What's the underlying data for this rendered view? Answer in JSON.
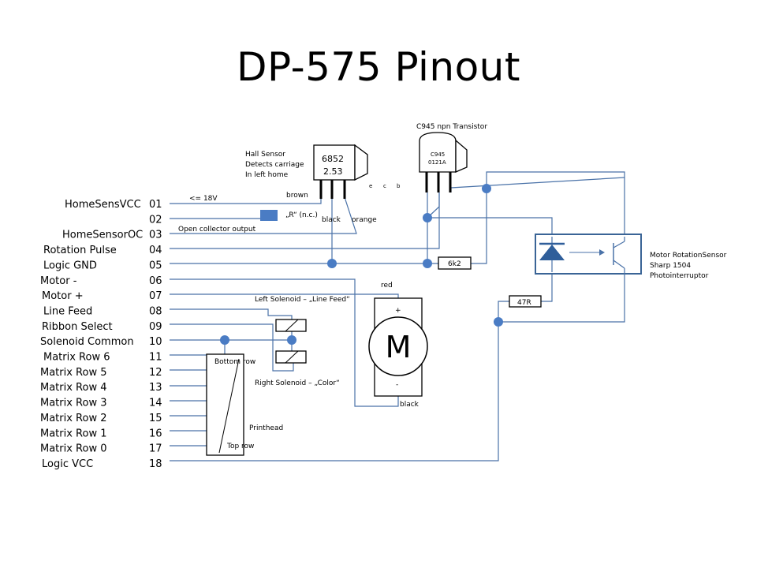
{
  "title": "DP-575 Pinout",
  "pins": [
    {
      "name": "HomeSensVCC",
      "num": "01"
    },
    {
      "name": "",
      "num": "02"
    },
    {
      "name": "HomeSensorOC",
      "num": "03"
    },
    {
      "name": "Rotation Pulse",
      "num": "04"
    },
    {
      "name": "Logic GND",
      "num": "05"
    },
    {
      "name": "Motor -",
      "num": "06"
    },
    {
      "name": "Motor +",
      "num": "07"
    },
    {
      "name": "Line Feed",
      "num": "08"
    },
    {
      "name": "Ribbon Select",
      "num": "09"
    },
    {
      "name": "Solenoid Common",
      "num": "10"
    },
    {
      "name": "Matrix Row 6",
      "num": "11"
    },
    {
      "name": "Matrix Row 5",
      "num": "12"
    },
    {
      "name": "Matrix Row 4",
      "num": "13"
    },
    {
      "name": "Matrix Row 3",
      "num": "14"
    },
    {
      "name": "Matrix Row 2",
      "num": "15"
    },
    {
      "name": "Matrix Row 1",
      "num": "16"
    },
    {
      "name": "Matrix Row 0",
      "num": "17"
    },
    {
      "name": "Logic VCC",
      "num": "18"
    }
  ],
  "hall": {
    "desc1": "Hall Sensor",
    "desc2": "Detects carriage",
    "desc3": "In left home",
    "code1": "6852",
    "code2": "2.53",
    "brown": "brown",
    "black": "black",
    "orange": "orange",
    "vcc_note": "<= 18V",
    "oc_note": "Open collector output",
    "r_note": "„R“ (n.c.)"
  },
  "transistor": {
    "title": "C945 npn Transistor",
    "code1": "C945",
    "code2": "0121A",
    "pin_e": "e",
    "pin_c": "c",
    "pin_b": "b"
  },
  "resistors": {
    "r1": "6k2",
    "r2": "47R"
  },
  "motor": {
    "symbol": "M",
    "plus": "+",
    "minus": "-",
    "red": "red",
    "black": "black"
  },
  "solenoids": {
    "left": "Left Solenoid – „Line Feed“",
    "right": "Right Solenoid – „Color“"
  },
  "printhead": {
    "label": "Printhead",
    "bottom": "Bottom row",
    "top": "Top row"
  },
  "photo": {
    "line1": "Motor RotationSensor",
    "line2": "Sharp 1504",
    "line3": "Photointerruptor"
  },
  "colors": {
    "wire": "#4a72a8",
    "dot": "#4a7cc4",
    "box": "#3a6496"
  }
}
